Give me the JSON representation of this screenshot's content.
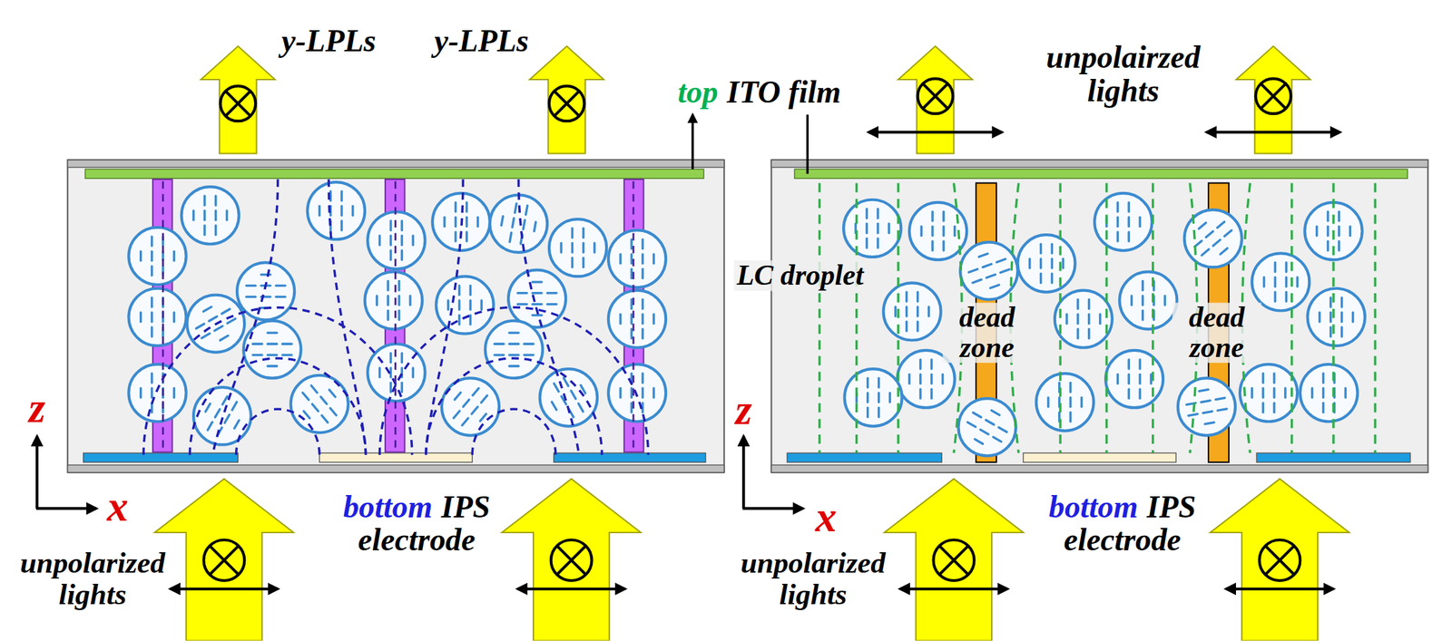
{
  "diagram": {
    "labels": [
      "y-LPLs",
      "y-LPLs",
      "top",
      "ITO film",
      "unpolairzed lights",
      "LC droplet",
      "dead zone",
      "dead zone",
      "z",
      "x",
      "unpolarized lights",
      "bottom",
      "IPS electrode",
      "z",
      "x",
      "unpolarized lights",
      "bottom",
      "IPS electrode"
    ]
  }
}
